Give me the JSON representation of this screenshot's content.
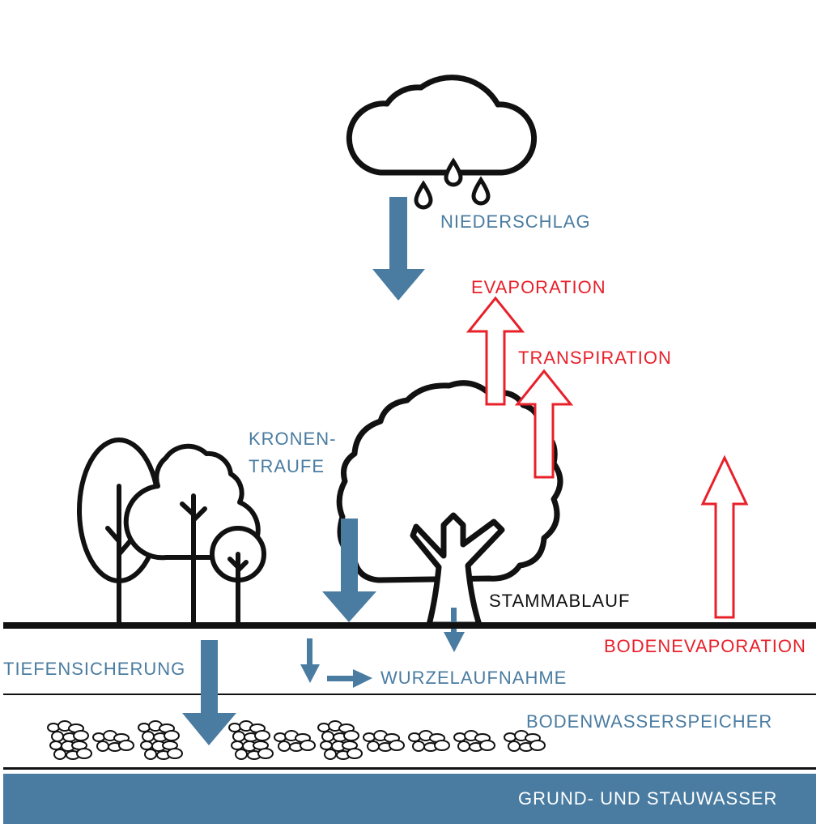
{
  "labels": {
    "niederschlag": "NIEDERSCHLAG",
    "evaporation": "EVAPORATION",
    "transpiration": "TRANSPIRATION",
    "kronen_line1": "KRONEN-",
    "kronen_line2": "TRAUFE",
    "stammablauf": "STAMMABLAUF",
    "bodenevaporation": "BODENEVAPORATION",
    "tiefensicherung": "TIEFENSICHERUNG",
    "wurzelaufnahme": "WURZELAUFNAHME",
    "bodenwasserspeicher": "BODENWASSERSPEICHER",
    "grundwasser": "GRUND- UND STAUWASSER"
  },
  "colors": {
    "water_blue": "#4a7ca1",
    "evaporation_red": "#e8202a",
    "outline_black": "#111111"
  },
  "icons": [
    "cloud-icon",
    "raindrop-icon",
    "tree-icon",
    "pebbles-icon"
  ]
}
